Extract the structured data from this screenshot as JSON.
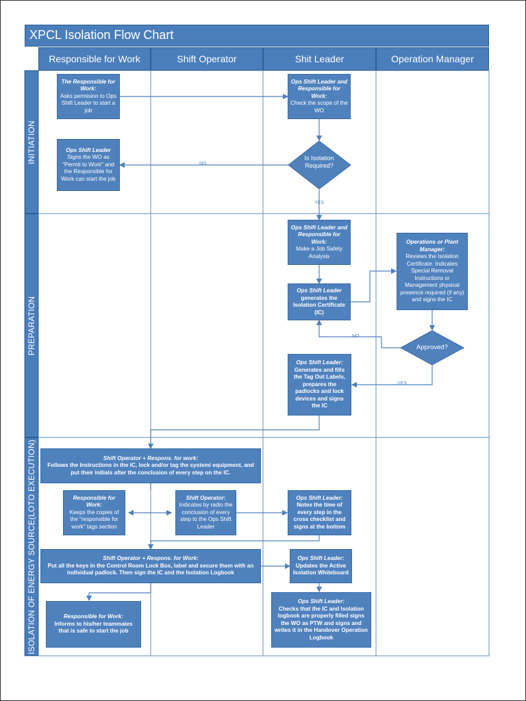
{
  "title": "XPCL Isolation Flow Chart",
  "columns": [
    "Responsible for Work",
    "Shift Operator",
    "Shit Leader",
    "Operation Manager"
  ],
  "lanes": [
    "INITIATION",
    "PREPARATION",
    "ISOLATION OF ENERGY SOURCE(LOTO EXECUTION)"
  ],
  "colors": {
    "header": "#4a7ebb",
    "box": "#4f81bd",
    "line": "#4f81bd",
    "border": "#7da0c8"
  },
  "nodes": {
    "b1": {
      "head": "The Responsible for Work:",
      "body": "Asks permision to Ops Shift Leader to start a job"
    },
    "b2": {
      "head": "Ops Shift Leader and Responsible for Work:",
      "body": "Check the scope of the WO"
    },
    "d1": {
      "label": "Is Isolation Required?"
    },
    "b3": {
      "head": "Ops Shift Leader",
      "body": "Signs the WO as \"Permit to Work\" and the Responsible for Work can start the job"
    },
    "b4": {
      "head": "Ops Shift Leader and Responsible for Work:",
      "body": "Make a Job Safety Analysis"
    },
    "b5": {
      "head": "Ops Shift Leader",
      "body": "generates the Isolation Certificate (IC)"
    },
    "b6": {
      "head": "Operations or Plant Manager:",
      "body": "Reviews the Isolation Certificate. Indicates Special Removal Instructions or Management physical presence required (if any) and signs the IC"
    },
    "d2": {
      "label": "Approved?"
    },
    "b7": {
      "head": "Ops Shift Leader:",
      "body": "Generates and fills the Tag Out Labels, prepares the padlocks and lock devices and signs the IC"
    },
    "b8": {
      "head": "Shift Operator + Respons. for work:",
      "body": "Follows the Instructions in the IC, lock and/or tag the system/ equipment, and put their initials after the conclusion of every step on the IC."
    },
    "b9": {
      "head": "Responsible for Work:",
      "body": "Keeps the copies of the \"responsible for work\" tags section"
    },
    "b10": {
      "head": "Shift Operator:",
      "body": "Indicates by radio the conclusion of every step to the Ops Shift Leader"
    },
    "b11": {
      "head": "Ops Shift Leader:",
      "body": "Notes the time of every step in the cross checklist and signs at the bottom"
    },
    "b12": {
      "head": "Shift Operator + Respons. for Work:",
      "body": "Put all the keys in the Control Room Lock Box, label and secure them with an individual padlock. Then sign the IC and the Isolation Logbook"
    },
    "b13": {
      "head": "Ops Shift Leader:",
      "body": "Updates the Active Isolation Whiteboard"
    },
    "b14": {
      "head": "Responsible for Work:",
      "body": "Informs to his/her teammates that is safe to start the job"
    },
    "b15": {
      "head": "Ops Shift Leader:",
      "body": "Checks that the IC and Isolation logbook are properly filled signs the WO as PTW and signs and writes it in the Handover Operation Logbook"
    }
  },
  "edge_labels": {
    "no1": "NO",
    "yes1": "YES",
    "no2": "NO",
    "yes2": "YES"
  }
}
